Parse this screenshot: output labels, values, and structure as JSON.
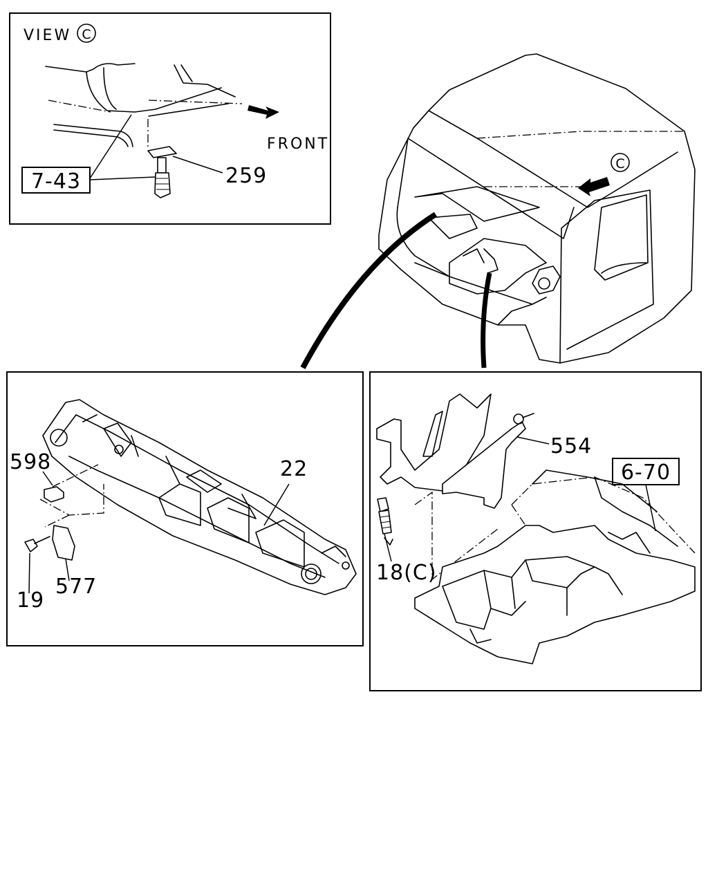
{
  "view_panel": {
    "title": "VIEW",
    "view_marker": "C",
    "direction_label": "FRONT",
    "ref_box": "7-43",
    "part_259": "259"
  },
  "cab_view": {
    "view_marker": "C"
  },
  "left_panel": {
    "part_598": "598",
    "part_22": "22",
    "part_19": "19",
    "part_577": "577"
  },
  "right_panel": {
    "part_554": "554",
    "ref_box": "6-70",
    "part_18": "18(C)"
  }
}
